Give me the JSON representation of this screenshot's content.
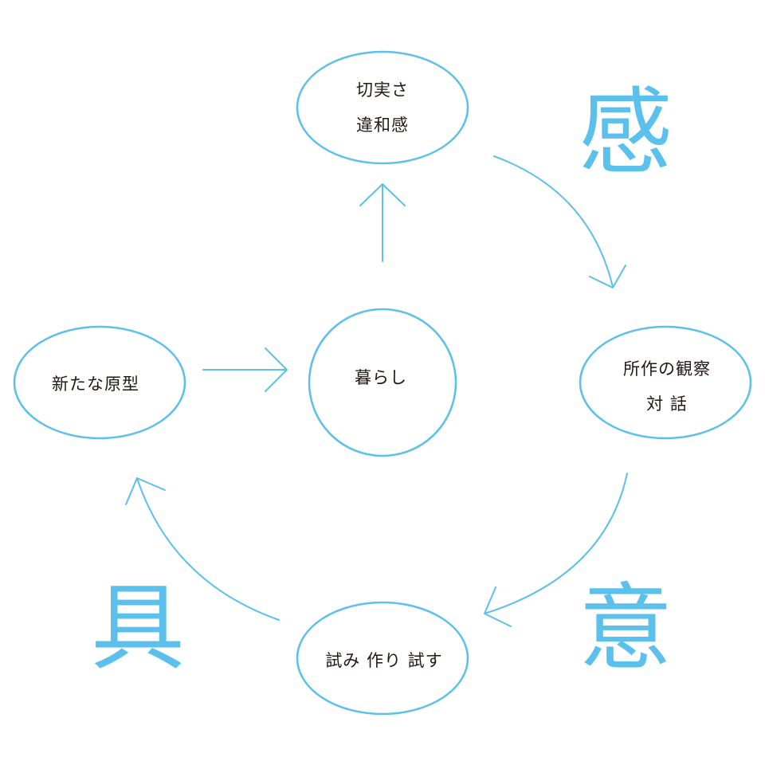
{
  "colors": {
    "accent": "#5bc0eb",
    "text": "#231815"
  },
  "nodes": {
    "top": {
      "line1": "切実さ",
      "line2": "違和感"
    },
    "right": {
      "line1": "所作の観察",
      "line2": "対 話"
    },
    "bottom": {
      "line1": "試み 作り 試す"
    },
    "left": {
      "line1": "新たな原型"
    },
    "center": {
      "line1": "暮らし"
    }
  },
  "phases": {
    "feel": "感",
    "intent": "意",
    "tool": "具"
  }
}
